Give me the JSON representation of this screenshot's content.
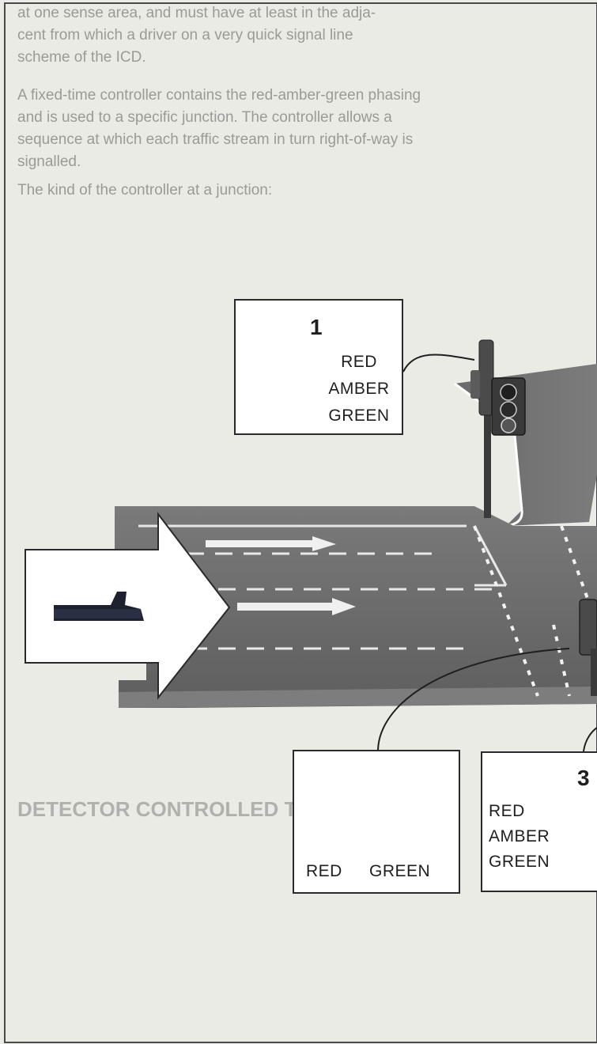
{
  "background_text": {
    "lines": [
      "at one sense area, and must have at least in the adja-",
      "cent from which a driver on a very quick signal line",
      "scheme of the ICD.",
      "A fixed-time controller contains the red-amber-green phasing",
      "and is used to a specific junction. The controller allows a",
      "sequence at which each traffic stream in turn right-of-way is",
      "signalled.",
      "The kind of the controller at a junction:"
    ],
    "heading": "DETECTOR CONTROLLED TRAFFIC SIGNAL"
  },
  "signal_1": {
    "number": "1",
    "lines": [
      "RED",
      "AMBER",
      "GREEN"
    ]
  },
  "signal_2": {
    "captions": [
      "RED",
      "GREEN"
    ]
  },
  "signal_3": {
    "number": "3",
    "lines": [
      "RED",
      "AMBER",
      "GREEN"
    ]
  },
  "colors": {
    "road": "#6f6f6f",
    "road_dark": "#565656",
    "box_border": "#2a2a2a",
    "arrow_gray": "#9c9c9c",
    "page_bg": "#ebebe6"
  }
}
